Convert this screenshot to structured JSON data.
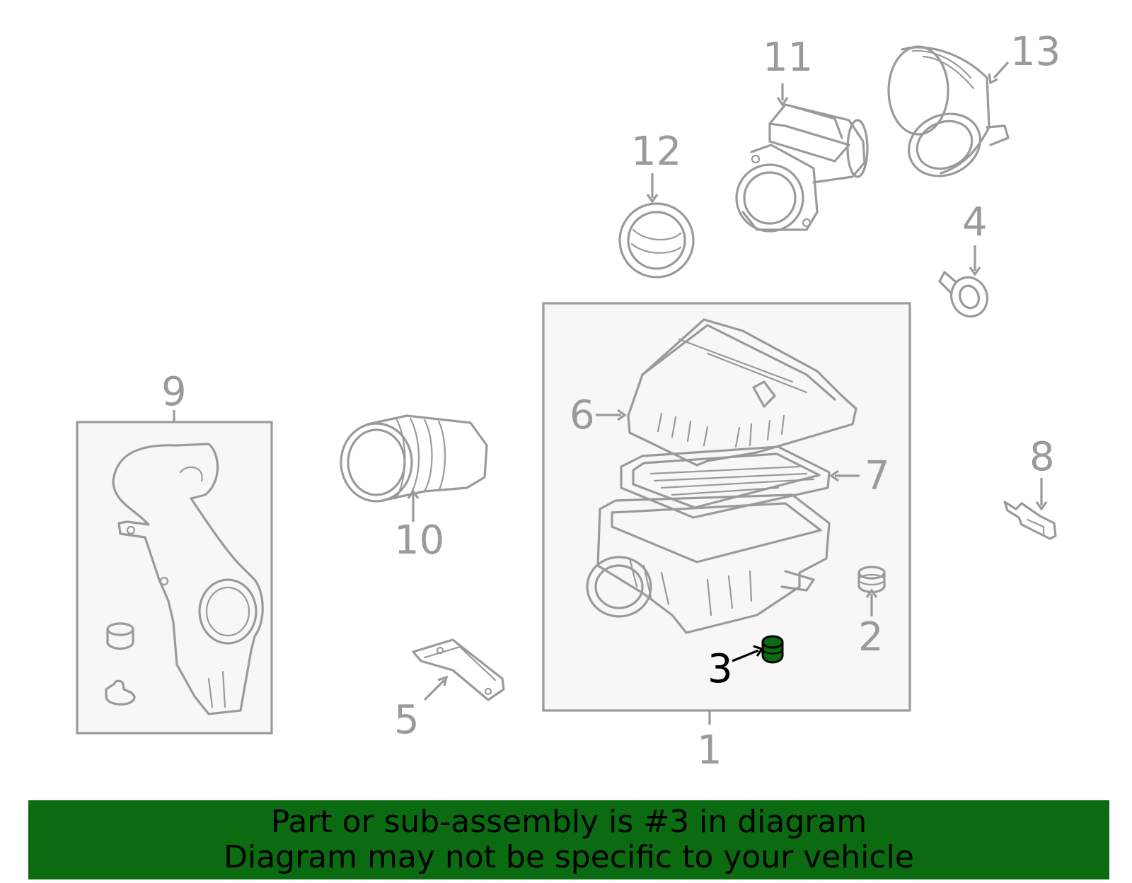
{
  "callouts": {
    "c1": "1",
    "c2": "2",
    "c3": "3",
    "c4": "4",
    "c5": "5",
    "c6": "6",
    "c7": "7",
    "c8": "8",
    "c9": "9",
    "c10": "10",
    "c11": "11",
    "c12": "12",
    "c13": "13"
  },
  "highlight": {
    "part": "3",
    "color": "#0b6b10"
  },
  "banner": {
    "line1": "Part or sub-assembly is #3 in diagram",
    "line2": "Diagram may not be specific to your vehicle",
    "color": "#0b6b10"
  }
}
